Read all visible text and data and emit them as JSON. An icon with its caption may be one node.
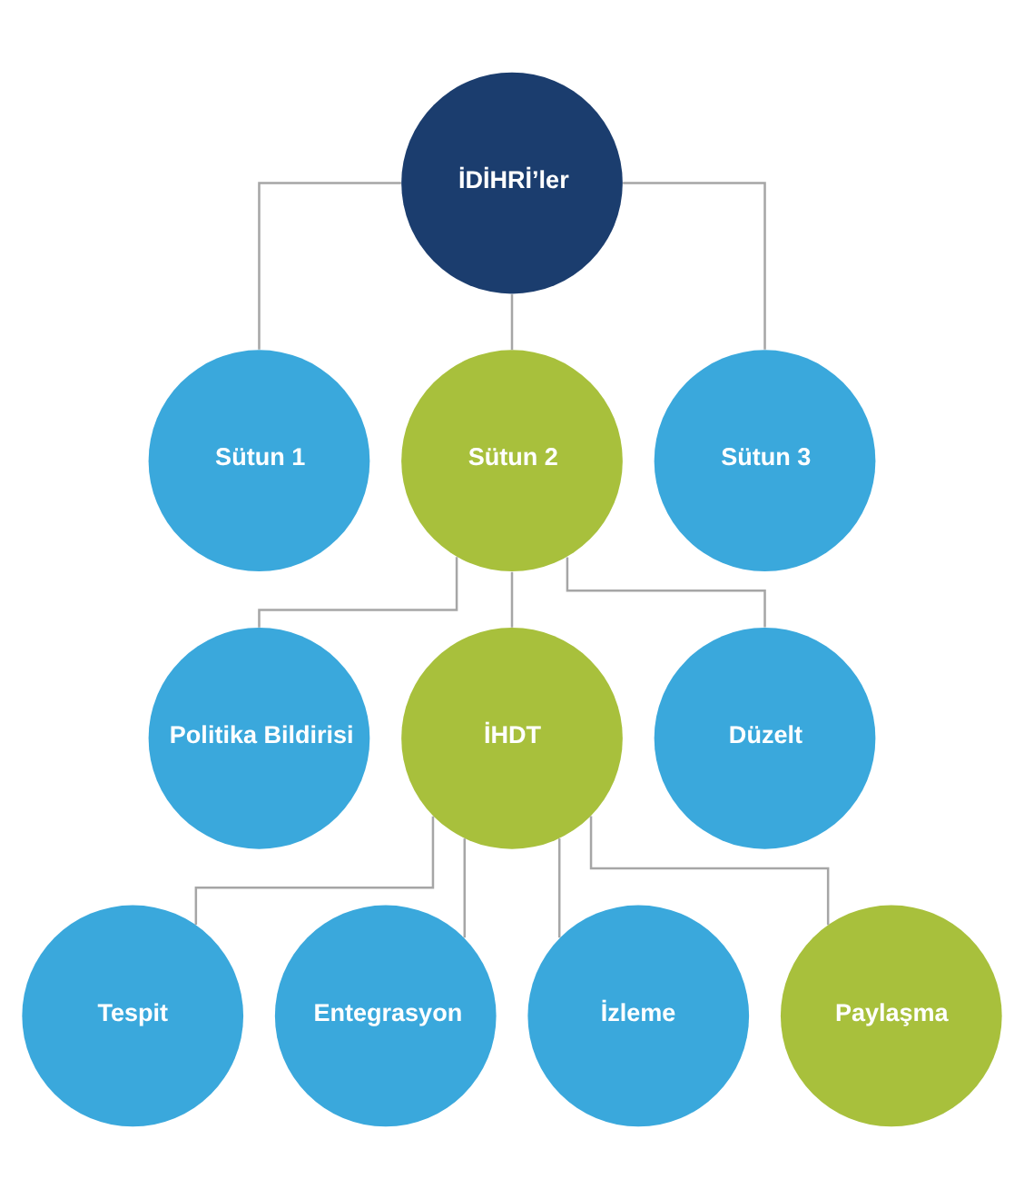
{
  "diagram": {
    "nodes": [
      {
        "text": [
          "İDİHRİ’ler"
        ]
      },
      {
        "text": [
          "Sütun 1"
        ]
      },
      {
        "text": [
          "Sütun 2"
        ]
      },
      {
        "text": [
          "Sütun 3"
        ]
      },
      {
        "text": [
          "Politika Bildirisi"
        ]
      },
      {
        "text": [
          "İHDT"
        ]
      },
      {
        "text": [
          "Düzelt"
        ]
      },
      {
        "text": [
          "Tespit"
        ]
      },
      {
        "text": [
          "Entegrasyon"
        ]
      },
      {
        "text": [
          "İzleme"
        ]
      },
      {
        "text": [
          "Paylaşma"
        ]
      }
    ],
    "edges": [
      {
        "from": 0,
        "to": 1,
        "arrow": "none"
      },
      {
        "from": 0,
        "to": 2,
        "arrow": "none"
      },
      {
        "from": 0,
        "to": 3,
        "arrow": "none"
      },
      {
        "from": 2,
        "to": 4,
        "arrow": "none"
      },
      {
        "from": 2,
        "to": 5,
        "arrow": "none"
      },
      {
        "from": 2,
        "to": 6,
        "arrow": "none"
      },
      {
        "from": 5,
        "to": 7,
        "arrow": "none"
      },
      {
        "from": 5,
        "to": 8,
        "arrow": "none"
      },
      {
        "from": 5,
        "to": 9,
        "arrow": "none"
      },
      {
        "from": 5,
        "to": 10,
        "arrow": "none"
      }
    ]
  }
}
